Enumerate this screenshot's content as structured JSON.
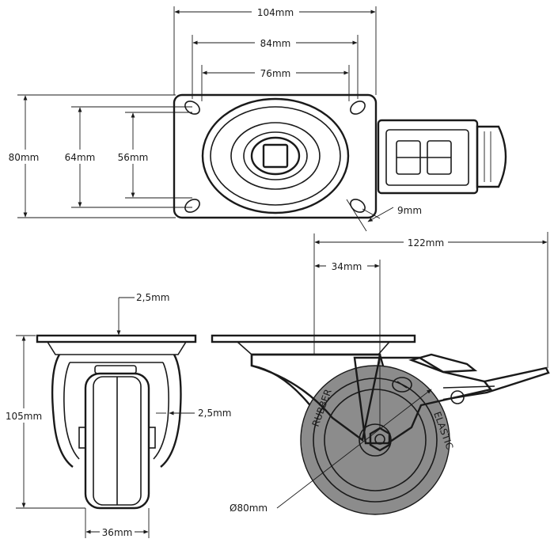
{
  "colors": {
    "line": "#1a1a1a",
    "tire": "#8c8c8c",
    "tire_dark": "#6e6e6e",
    "background": "#ffffff"
  },
  "top_view": {
    "plate_width": "104mm",
    "hole_spacing_x_outer": "84mm",
    "hole_spacing_x_inner": "76mm",
    "plate_height": "80mm",
    "hole_spacing_y_outer": "64mm",
    "hole_spacing_y_inner": "56mm",
    "hole_slot": "9mm"
  },
  "front_view": {
    "plate_thickness": "2,5mm",
    "fork_thickness": "2,5mm",
    "overall_height": "105mm",
    "wheel_width": "36mm"
  },
  "side_view": {
    "overall_length": "122mm",
    "offset": "34mm",
    "wheel_diameter": "Ø80mm",
    "tire_lettering": [
      "ELASTIC",
      "RUBBER"
    ]
  }
}
